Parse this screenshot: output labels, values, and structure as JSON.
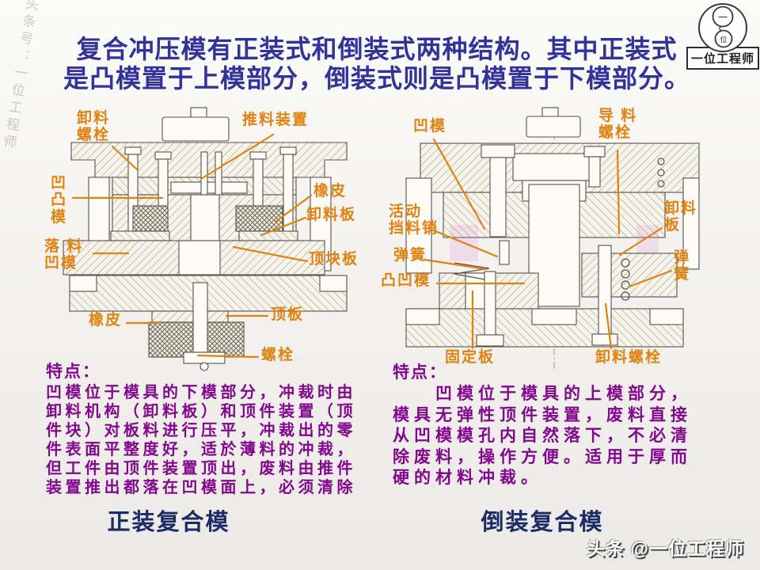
{
  "title": {
    "line1": "复合冲压模有正装式和倒装式两种结构。其中正装式",
    "line2": "是凸模置于上模部分，倒装式则是凸模置于下模部分。"
  },
  "watermarks": {
    "left_vertical": "头条号：一位工程师",
    "bottom_right": "头条 @一位工程师"
  },
  "logo": {
    "circle_top": "一",
    "circle_bottom": "位",
    "box_label": "一位工程师"
  },
  "left_figure": {
    "caption": "正装复合模",
    "labels": {
      "unload_bolt": "卸料\n螺栓",
      "push_device": "推料装置",
      "concave_convex_die": "凹\n凸\n模",
      "rubber_right": "橡皮",
      "stripper_plate": "卸料板",
      "blanking_die": "落 料\n凹模",
      "ejector_block_plate": "顶块板",
      "rubber_bottom": "橡皮",
      "ejector_plate": "顶板",
      "bolt": "螺栓"
    },
    "features": {
      "heading": "特点：",
      "body": "凹模位于模具的下模部分，冲裁时由\n卸料机构（卸料板）和顶件装置（顶\n件块）对板料进行压平，冲裁出的零\n件表面平整度好，适於薄料的冲裁，\n但工件由顶件装置顶出，废料由推件\n装置推出都落在凹模面上，必须清除"
    }
  },
  "right_figure": {
    "caption": "倒装复合模",
    "labels": {
      "die": "凹模",
      "guide_bolt": "导 料\n螺栓",
      "movable_stop_pin": "活动\n挡料销",
      "stripper_plate": "卸料\n板",
      "spring_left": "弹簧",
      "convex_concave_die": "凸凹模",
      "spring_right": "弹\n簧",
      "fixing_plate": "固定板",
      "unload_bolt": "卸料螺栓"
    },
    "features": {
      "heading": "特点：",
      "body": "　　凹模位于模具的上模部分，\n模具无弹性顶件装置，废料直接\n从凹模模孔内自然落下，不必清\n除废料，操作方便。适用于厚而\n硬的材料冲裁。"
    }
  },
  "colors": {
    "title_navy": "#32329b",
    "caption_navy": "#1c2b66",
    "label_orange": "#e0820f",
    "body_purple": "#82098d"
  }
}
